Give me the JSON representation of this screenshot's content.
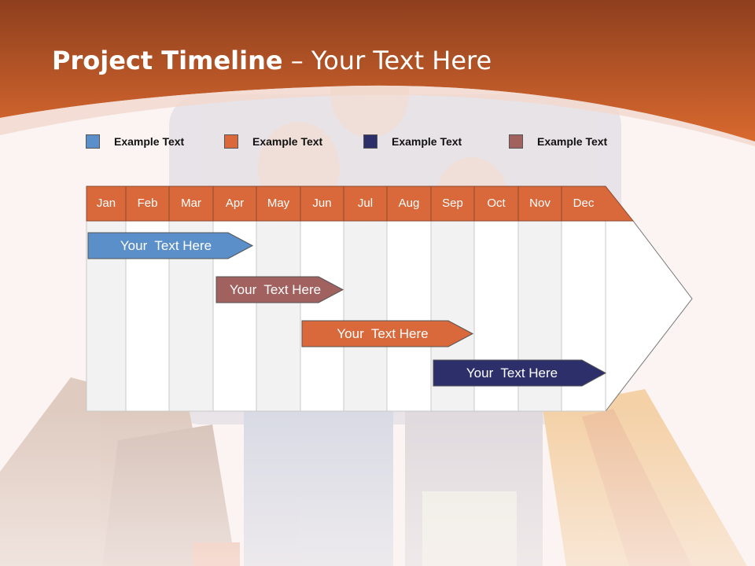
{
  "title": {
    "bold": "Project Timeline",
    "rest": " – Your Text Here"
  },
  "legend": [
    {
      "label": "Example Text",
      "color": "#5b8fc9"
    },
    {
      "label": "Example Text",
      "color": "#d9693a"
    },
    {
      "label": "Example Text",
      "color": "#2d2f6b"
    },
    {
      "label": "Example Text",
      "color": "#a0615f"
    }
  ],
  "months": [
    "Jan",
    "Feb",
    "Mar",
    "Apr",
    "May",
    "Jun",
    "Jul",
    "Aug",
    "Sep",
    "Oct",
    "Nov",
    "Dec"
  ],
  "tasks": [
    {
      "label": "Your  Text Here",
      "color": "#5b8fc9"
    },
    {
      "label": "Your  Text Here",
      "color": "#a0615f"
    },
    {
      "label": "Your  Text Here",
      "color": "#d9693a"
    },
    {
      "label": "Your  Text Here",
      "color": "#2d2f6b"
    }
  ],
  "colors": {
    "header": "#d9693a",
    "banner": "#c8582a"
  }
}
